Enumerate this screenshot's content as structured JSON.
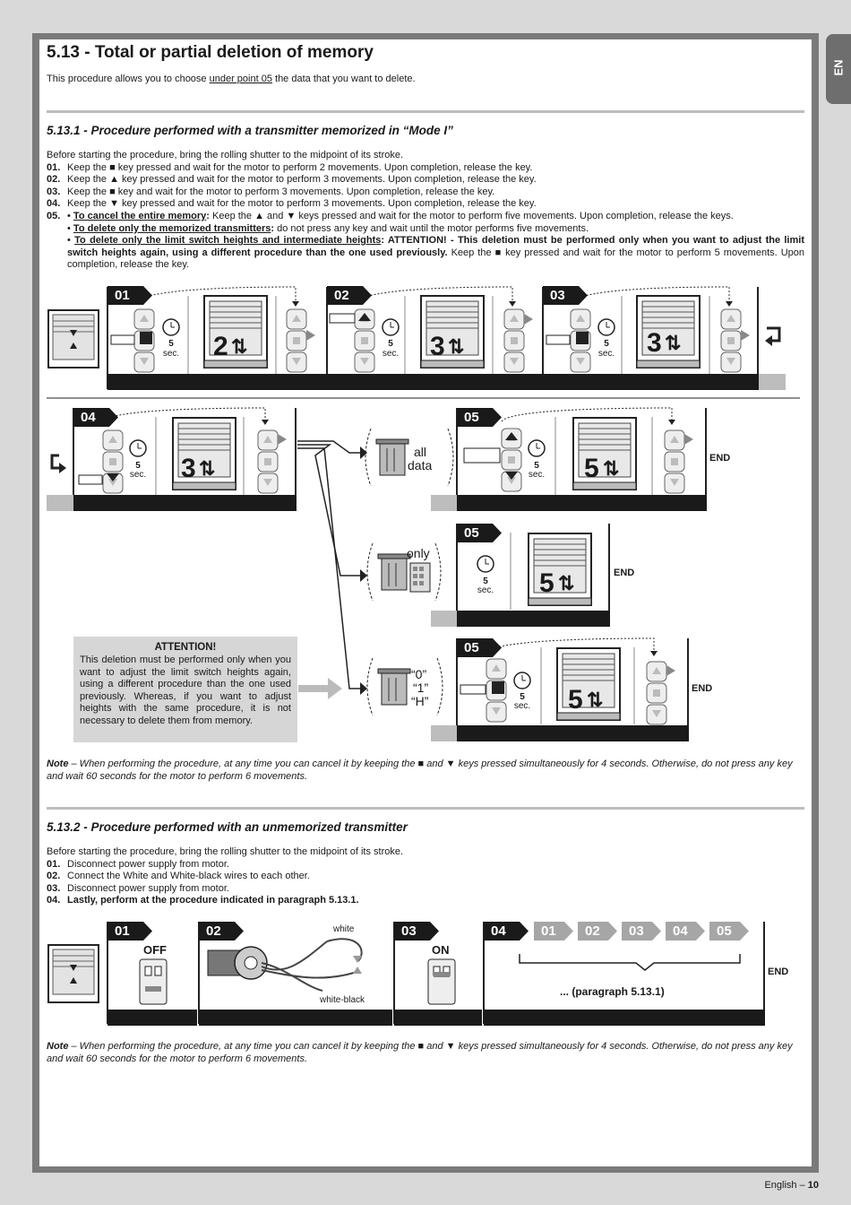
{
  "side_tab": "EN",
  "title": "5.13 - Total or partial deletion of memory",
  "intro": {
    "before": "This procedure allows you to choose ",
    "link": "under point 05",
    "after": " the data that you want to delete."
  },
  "s1": {
    "heading": "5.13.1 - Procedure performed with a transmitter memorized in “Mode I”",
    "lead": "Before starting the procedure, bring the rolling shutter to the midpoint of its stroke.",
    "steps": [
      {
        "n": "01.",
        "t": "Keep the ■ key pressed and wait for the motor to perform 2 movements. Upon completion, release the key."
      },
      {
        "n": "02.",
        "t": "Keep the ▲ key pressed and wait for the motor to perform 3 movements. Upon completion, release the key."
      },
      {
        "n": "03.",
        "t": "Keep the ■ key and wait for the motor to perform 3 movements. Upon completion, release the key."
      },
      {
        "n": "04.",
        "t": "Keep the ▼ key pressed and wait for the motor to perform 3 movements. Upon completion, release the key."
      }
    ],
    "step5_n": "05.",
    "b1": {
      "bullet": "• ",
      "u": "To cancel the entire memory",
      "colon": ":",
      "t": " Keep the ▲ and ▼ keys pressed and wait for the motor to perform five movements. Upon completion, release the keys."
    },
    "b2": {
      "bullet": "• ",
      "u": "To delete only the memorized transmitters",
      "colon": ":",
      "t": " do not press any key and wait until the motor performs five movements."
    },
    "b3": {
      "bullet": "• ",
      "u": "To delete only the limit switch heights and intermediate heights",
      "bold": ": ATTENTION! - This deletion must be performed only when you want to adjust the limit switch heights again, using a different procedure than the one used previously.",
      "t": " Keep the ■ key pressed and wait for the motor to perform 5 movements. Upon completion, release the key."
    }
  },
  "diagram1": {
    "steps": [
      "01",
      "02",
      "03",
      "04",
      "05",
      "05",
      "05"
    ],
    "timer": {
      "value": "5",
      "unit": "sec."
    },
    "moves": [
      "2",
      "3",
      "3",
      "3",
      "5",
      "5",
      "5"
    ],
    "arrows_glyph": "⇅",
    "options": {
      "all": "all",
      "data": "data",
      "only": "only",
      "zero": "“0”",
      "one": "“1”",
      "h": "“H”"
    },
    "end": "END"
  },
  "attention": {
    "title": "ATTENTION!",
    "body": "This deletion must be performed only when you want to adjust the limit switch heights again, using a different procedure than the one used previously. Whereas, if you want to adjust heights with the same procedure, it is not necessary to delete them from memory."
  },
  "note1": {
    "label": "Note",
    "text": " – When performing the procedure, at any time you can cancel it by keeping the ■ and ▼ keys pressed simultaneously for 4 seconds. Otherwise, do not press any key and wait 60 seconds for the motor to perform 6 movements."
  },
  "s2": {
    "heading": "5.13.2 - Procedure performed with an unmemorized transmitter",
    "lead": "Before starting the procedure, bring the rolling shutter to the midpoint of its stroke.",
    "steps": [
      {
        "n": "01.",
        "t": "Disconnect power supply from motor."
      },
      {
        "n": "02.",
        "t": "Connect the White and White-black wires to each other."
      },
      {
        "n": "03.",
        "t": "Disconnect power supply from motor."
      },
      {
        "n": "04.",
        "t": "Lastly, perform at the procedure indicated in paragraph 5.13.1."
      }
    ]
  },
  "diagram2": {
    "steps": [
      "01",
      "02",
      "03",
      "04"
    ],
    "off": "OFF",
    "on": "ON",
    "white": "white",
    "white_black": "white-black",
    "sub_steps": [
      "01",
      "02",
      "03",
      "04",
      "05"
    ],
    "paragraph_ref": "... (paragraph 5.13.1)",
    "end": "END"
  },
  "note2": {
    "label": "Note",
    "text": " – When performing the procedure, at any time you can cancel it by keeping the ■ and ▼ keys pressed simultaneously for 4 seconds. Otherwise, do not press any key and wait 60 seconds for the motor to perform 6 movements."
  },
  "footer": {
    "lang": "English – ",
    "page": "10"
  }
}
